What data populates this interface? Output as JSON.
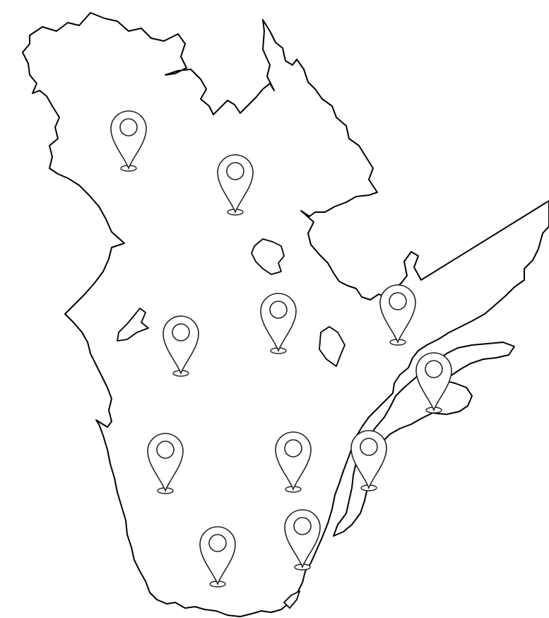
{
  "map": {
    "background_color": "#ffffff",
    "outline_color": "#000000",
    "pin_stroke_color": "#222222",
    "pin_icon": "map-pin-icon"
  },
  "pins": [
    {
      "id": "pin-1"
    },
    {
      "id": "pin-2"
    },
    {
      "id": "pin-3"
    },
    {
      "id": "pin-4"
    },
    {
      "id": "pin-5"
    },
    {
      "id": "pin-6"
    },
    {
      "id": "pin-7"
    },
    {
      "id": "pin-8"
    },
    {
      "id": "pin-9"
    },
    {
      "id": "pin-10"
    },
    {
      "id": "pin-11"
    },
    {
      "id": "pin-12"
    }
  ]
}
